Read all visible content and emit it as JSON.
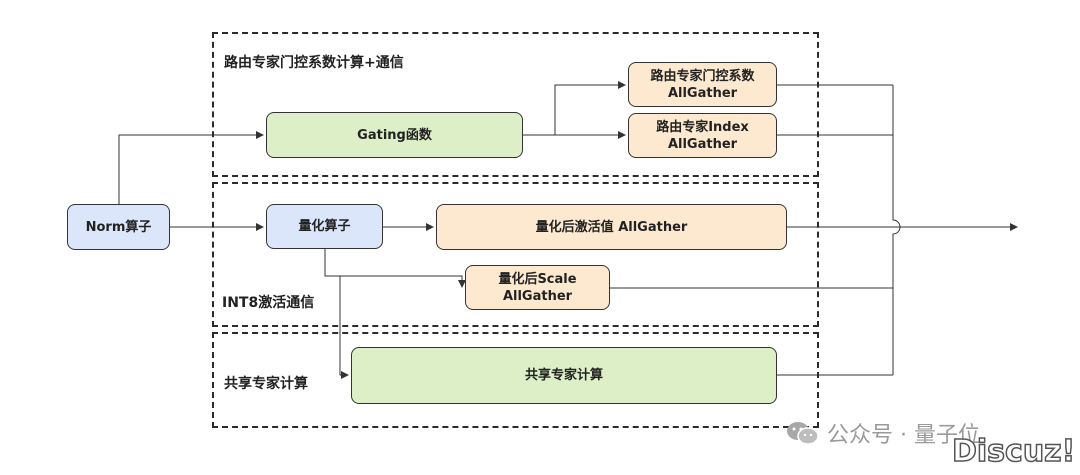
{
  "groups": {
    "routing": "路由专家门控系数计算+通信",
    "int8": "INT8激活通信",
    "shared": "共享专家计算"
  },
  "nodes": {
    "norm": "Norm算子",
    "gating": "Gating函数",
    "gate_coef_line1": "路由专家门控系数",
    "gate_coef_line2": "AllGather",
    "index_line1": "路由专家Index",
    "index_line2": "AllGather",
    "quant": "量化算子",
    "act_allgather": "量化后激活值 AllGather",
    "scale_line1": "量化后Scale",
    "scale_line2": "AllGather",
    "shared_compute": "共享专家计算"
  },
  "watermark": {
    "text": "公众号 · 量子位",
    "icon": "wechat-icon",
    "site": "Discuz!"
  },
  "colors": {
    "blue": "#dbe6fb",
    "green": "#dcefc6",
    "orange": "#fde9cf",
    "line": "#333333"
  }
}
